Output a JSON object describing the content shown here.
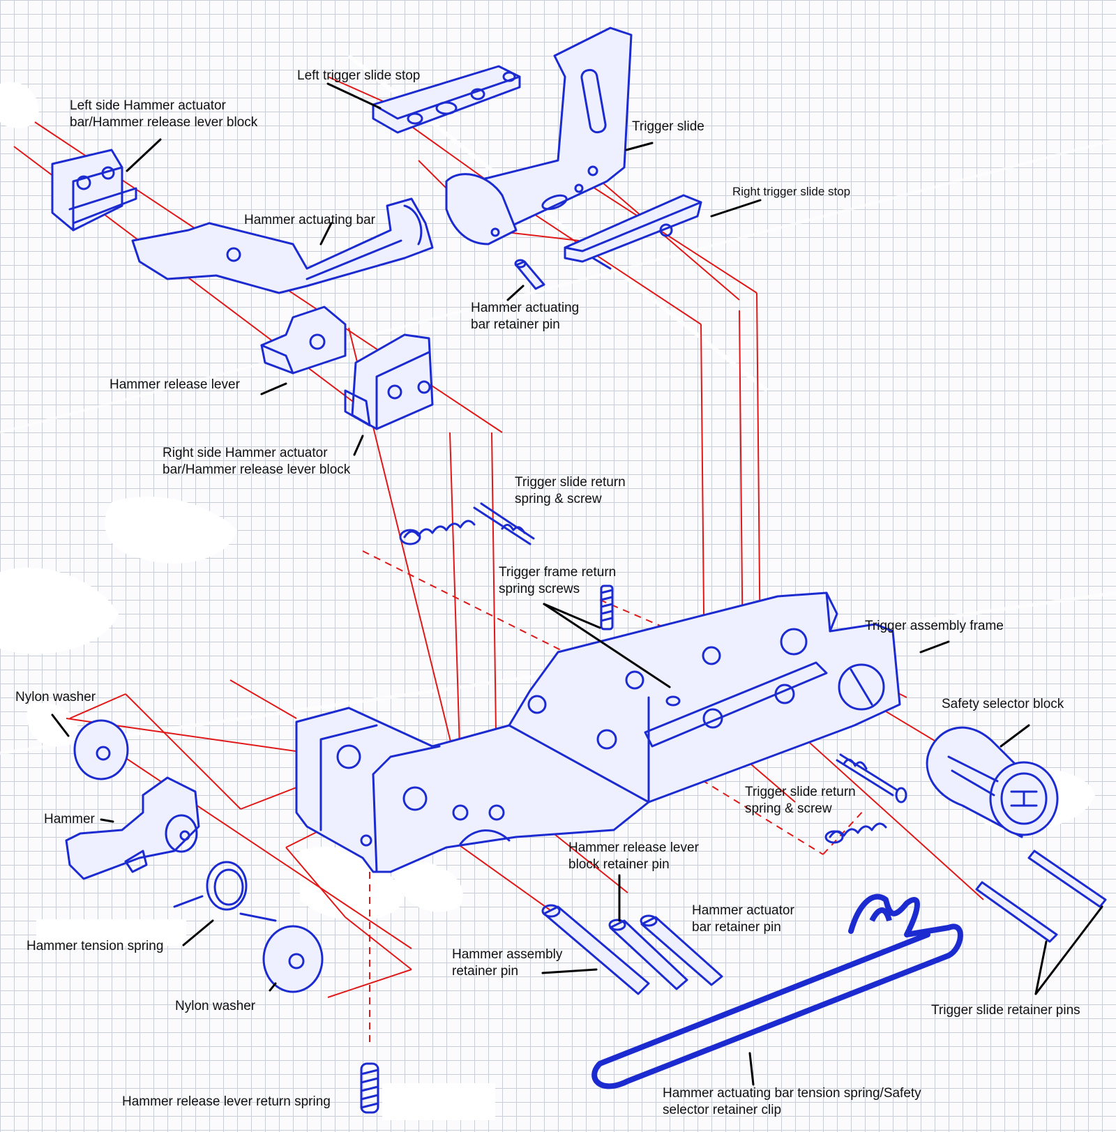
{
  "labels": {
    "left_trigger_slide_stop": "Left trigger slide stop",
    "left_block": [
      "Left side Hammer actuator",
      "bar/Hammer release lever block"
    ],
    "trigger_slide": "Trigger slide",
    "right_trigger_slide_stop": "Right trigger slide stop",
    "hammer_actuating_bar": "Hammer actuating bar",
    "hammer_actuating_bar_retainer_pin": [
      "Hammer actuating",
      "bar retainer pin"
    ],
    "hammer_release_lever": "Hammer release lever",
    "right_block": [
      "Right side Hammer actuator",
      "bar/Hammer release lever block"
    ],
    "trigger_slide_return_spring_top": [
      "Trigger slide return",
      "spring & screw"
    ],
    "trigger_frame_return_spring_screws": [
      "Trigger frame return",
      "spring screws"
    ],
    "trigger_assembly_frame": "Trigger assembly frame",
    "safety_selector_block": "Safety selector block",
    "nylon_washer_top": "Nylon washer",
    "hammer": "Hammer",
    "trigger_slide_return_spring_right": [
      "Trigger slide return",
      "spring & screw"
    ],
    "hammer_release_lever_block_retainer_pin": [
      "Hammer release lever",
      "block retainer pin"
    ],
    "hammer_actuator_bar_retainer_pin": [
      "Hammer actuator",
      "bar  retainer pin"
    ],
    "hammer_tension_spring": "Hammer tension spring",
    "hammer_assembly_retainer_pin": [
      "Hammer assembly",
      "retainer pin"
    ],
    "nylon_washer_bottom": "Nylon washer",
    "trigger_slide_retainer_pins": "Trigger slide retainer pins",
    "hammer_release_lever_return_spring": "Hammer release lever return spring",
    "tension_spring_clip": [
      "Hammer actuating bar tension spring/Safety",
      "selector retainer clip"
    ]
  },
  "colors": {
    "ink_blue": "#1c2bd0",
    "ink_red": "#e01818",
    "leader": "#000000",
    "grid": "#c9cdd6",
    "paper": "#fbfbfd"
  }
}
